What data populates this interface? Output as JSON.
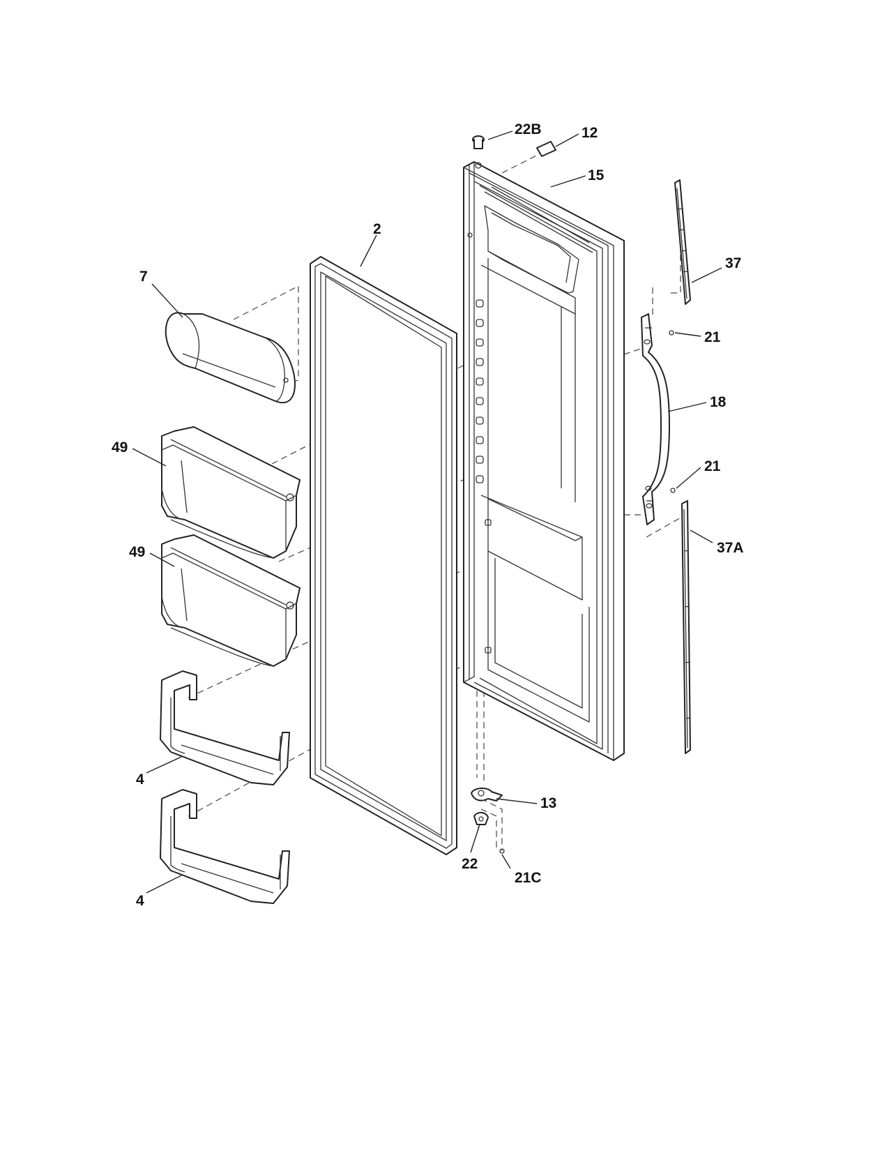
{
  "callouts": {
    "c22B": "22B",
    "c12": "12",
    "c15": "15",
    "c2": "2",
    "c7": "7",
    "c37": "37",
    "c21_top": "21",
    "c18": "18",
    "c49_top": "49",
    "c21_bottom": "21",
    "c37A": "37A",
    "c49_bottom": "49",
    "c4_top": "4",
    "c13": "13",
    "c22": "22",
    "c21C": "21C",
    "c4_bottom": "4"
  }
}
